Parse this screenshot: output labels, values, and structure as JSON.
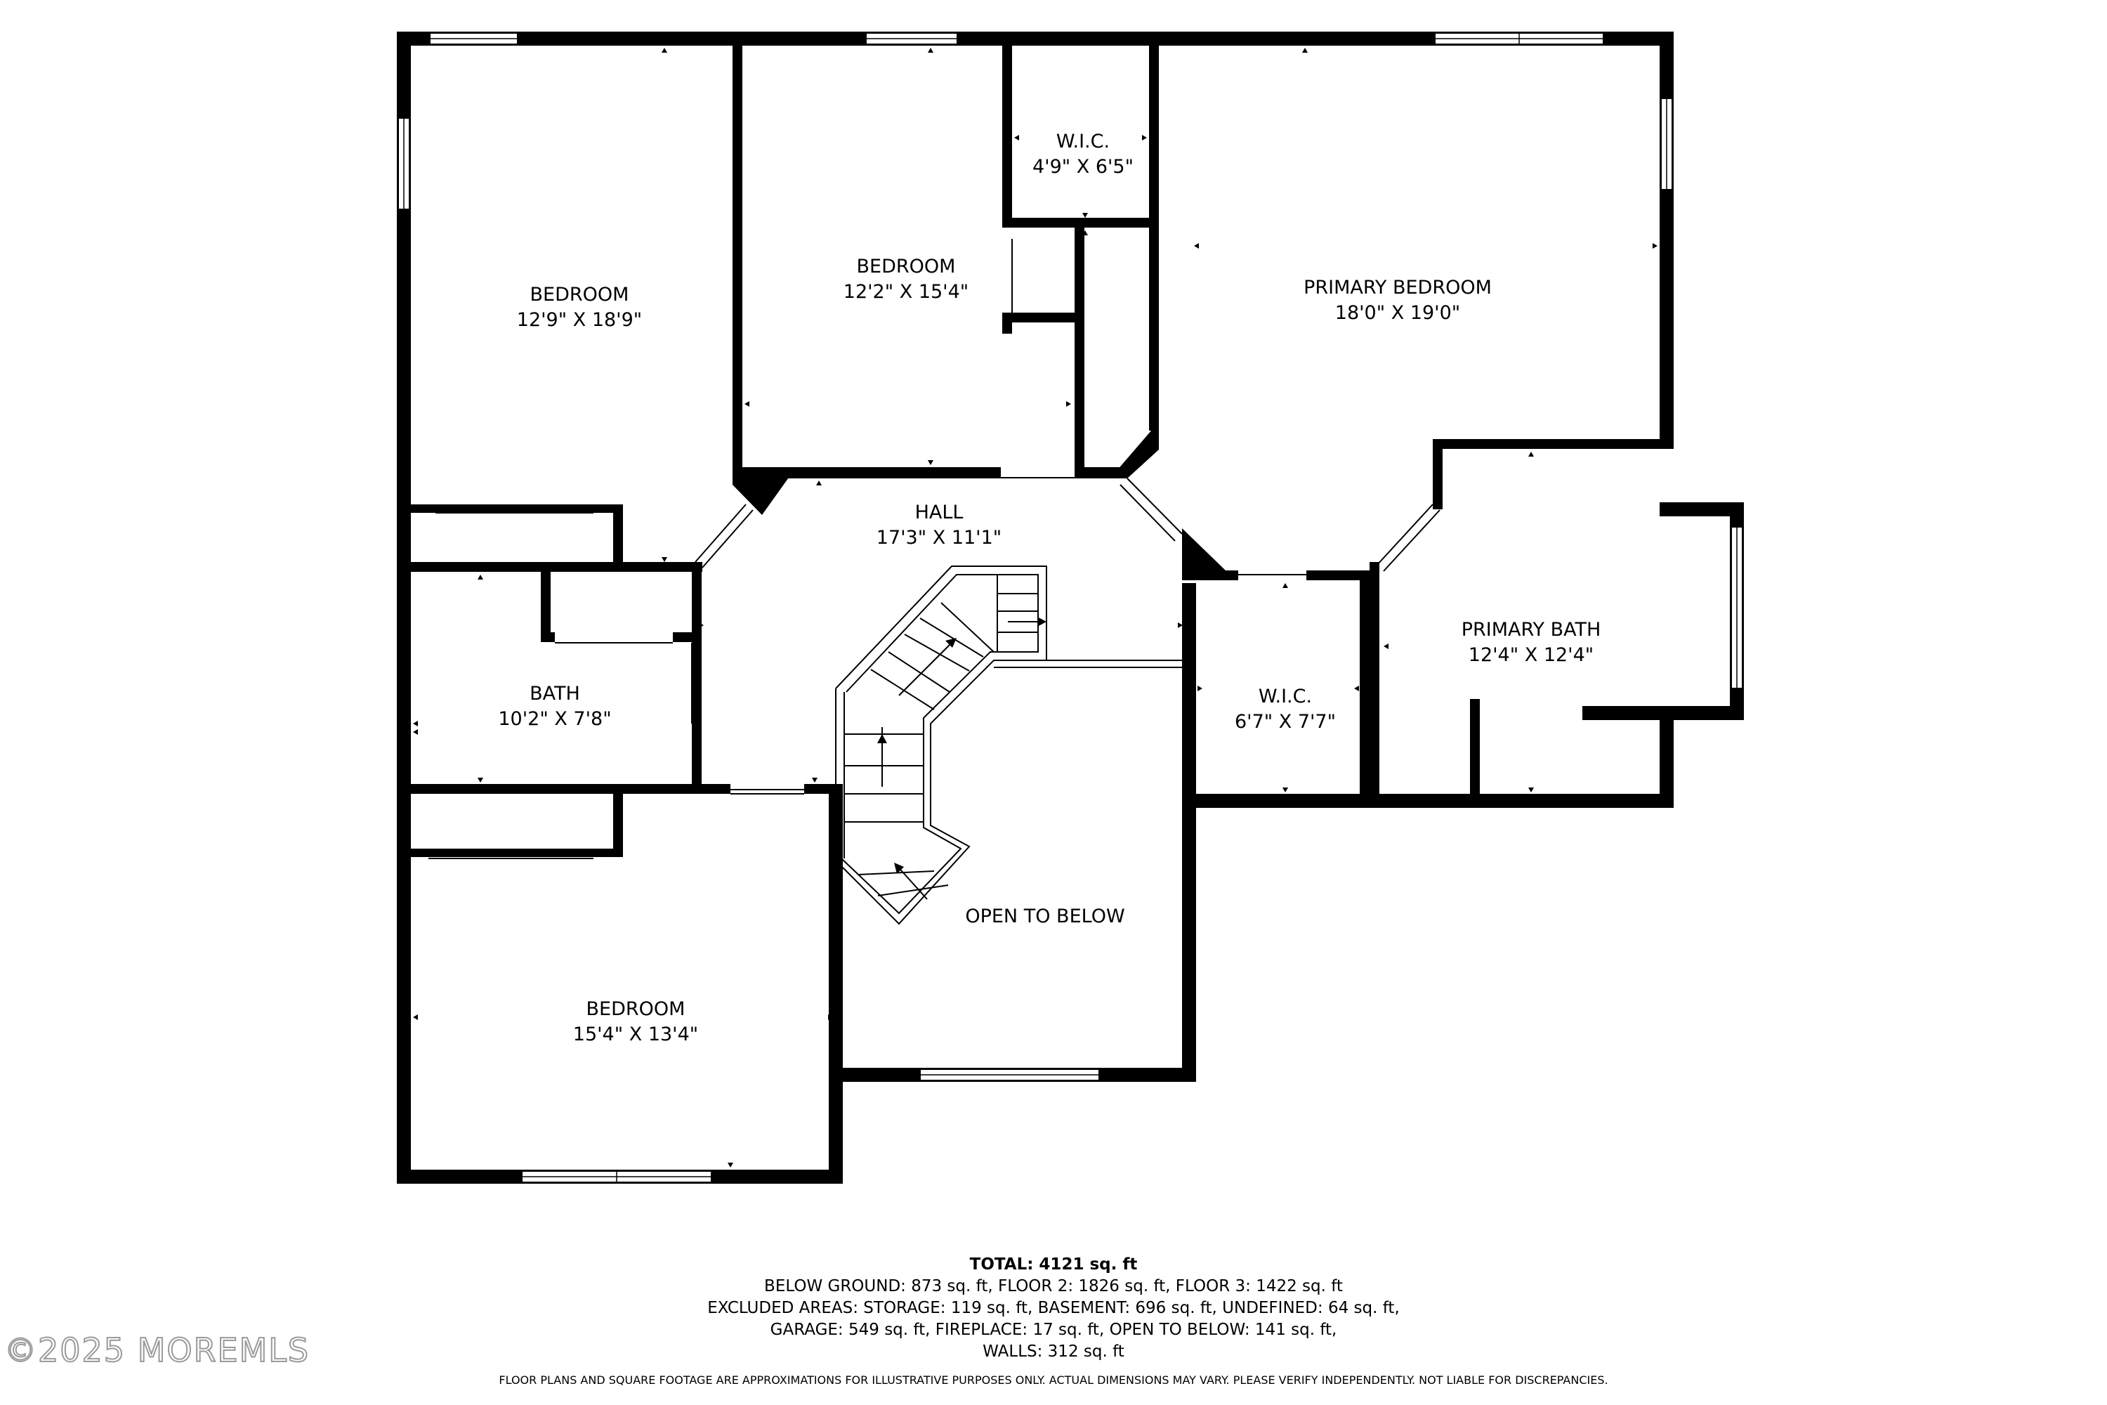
{
  "rooms": [
    {
      "id": "bedroom-1",
      "name": "BEDROOM",
      "dims": "12'9\" X 18'9\""
    },
    {
      "id": "bedroom-2",
      "name": "BEDROOM",
      "dims": "12'2\" X 15'4\""
    },
    {
      "id": "wic-1",
      "name": "W.I.C.",
      "dims": "4'9\" X 6'5\""
    },
    {
      "id": "primary-bedroom",
      "name": "PRIMARY BEDROOM",
      "dims": "18'0\" X 19'0\""
    },
    {
      "id": "hall",
      "name": "HALL",
      "dims": "17'3\" X 11'1\""
    },
    {
      "id": "bath",
      "name": "BATH",
      "dims": "10'2\" X 7'8\""
    },
    {
      "id": "wic-2",
      "name": "W.I.C.",
      "dims": "6'7\" X 7'7\""
    },
    {
      "id": "primary-bath",
      "name": "PRIMARY BATH",
      "dims": "12'4\" X 12'4\""
    },
    {
      "id": "open-to-below",
      "name": "OPEN TO BELOW",
      "dims": ""
    },
    {
      "id": "bedroom-3",
      "name": "BEDROOM",
      "dims": "15'4\" X 13'4\""
    }
  ],
  "summary": {
    "total": "TOTAL: 4121 sq. ft",
    "line1": "BELOW GROUND: 873 sq. ft, FLOOR 2: 1826 sq. ft, FLOOR 3: 1422 sq. ft",
    "line2": "EXCLUDED AREAS: STORAGE: 119 sq. ft, BASEMENT: 696 sq. ft, UNDEFINED: 64 sq. ft,",
    "line3": "GARAGE: 549 sq. ft, FIREPLACE: 17 sq. ft, OPEN TO BELOW: 141 sq. ft,",
    "line4": "WALLS: 312 sq. ft"
  },
  "disclaimer": "FLOOR PLANS AND SQUARE FOOTAGE ARE APPROXIMATIONS FOR ILLUSTRATIVE PURPOSES ONLY. ACTUAL DIMENSIONS MAY VARY. PLEASE VERIFY INDEPENDENTLY. NOT LIABLE FOR DISCREPANCIES.",
  "watermark": "©2025 MOREMLS"
}
